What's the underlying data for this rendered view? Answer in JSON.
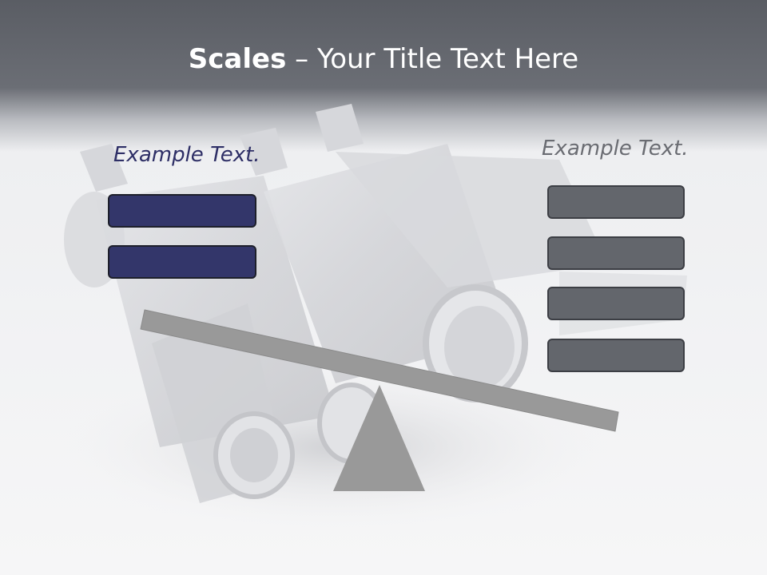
{
  "slide": {
    "title_bold": "Scales",
    "title_rest": " – Your Title Text Here",
    "left_label": "Example Text.",
    "right_label": "Example Text."
  },
  "colors": {
    "header": "#5a5d64",
    "navy_bar": "#33366a",
    "gray_bar": "#63666c",
    "beam": "#999999",
    "fulcrum": "#999999"
  },
  "icons": [
    "muffler-illustration",
    "seesaw-beam",
    "fulcrum-triangle"
  ]
}
